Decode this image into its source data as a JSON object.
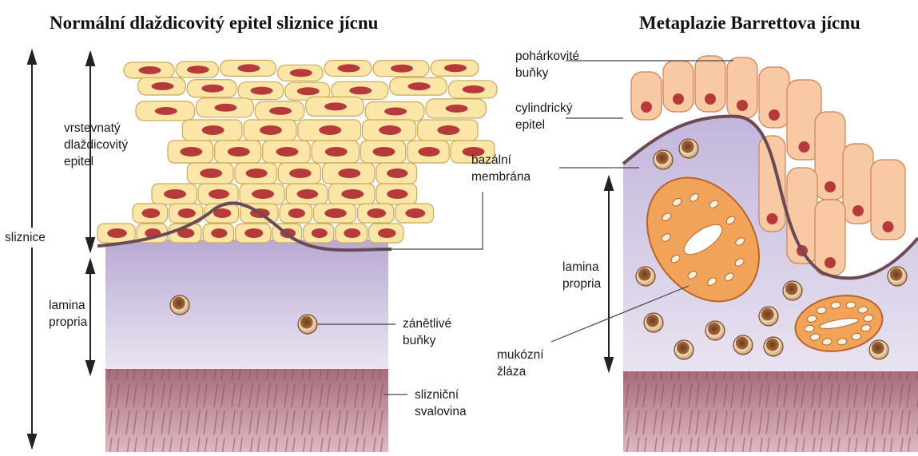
{
  "titles": {
    "left": "Normální dlaždicovitý epitel sliznice jícnu",
    "right": "Metaplazie Barrettova jícnu"
  },
  "labels": {
    "vrstevnaty": "vrstevnatý\ndlaždicovitý\nepitel",
    "sliznice": "sliznice",
    "lamina_left": "lamina\npropria",
    "bazalni": "bazální\nmembrána",
    "zanetlive": "zánětlivé\nbuňky",
    "sval": "slizniční\nsvalovina",
    "poharkovite": "pohárkovité\nbuňky",
    "cylindricky": "cylindrický\nepitel",
    "lamina_right": "lamina\npropria",
    "mukozni": "mukózní\nžláza"
  },
  "colors": {
    "squamous_fill": "#fbe6a8",
    "squamous_edge": "#c9a95a",
    "nucleus": "#b73a3a",
    "lamina_top": "#bcaed6",
    "lamina_bottom": "#e7e1f0",
    "muscle": "#b37a86",
    "columnar_fill": "#f8c9a3",
    "gland_fill": "#f2a35a",
    "membrane": "#6a4a55"
  }
}
